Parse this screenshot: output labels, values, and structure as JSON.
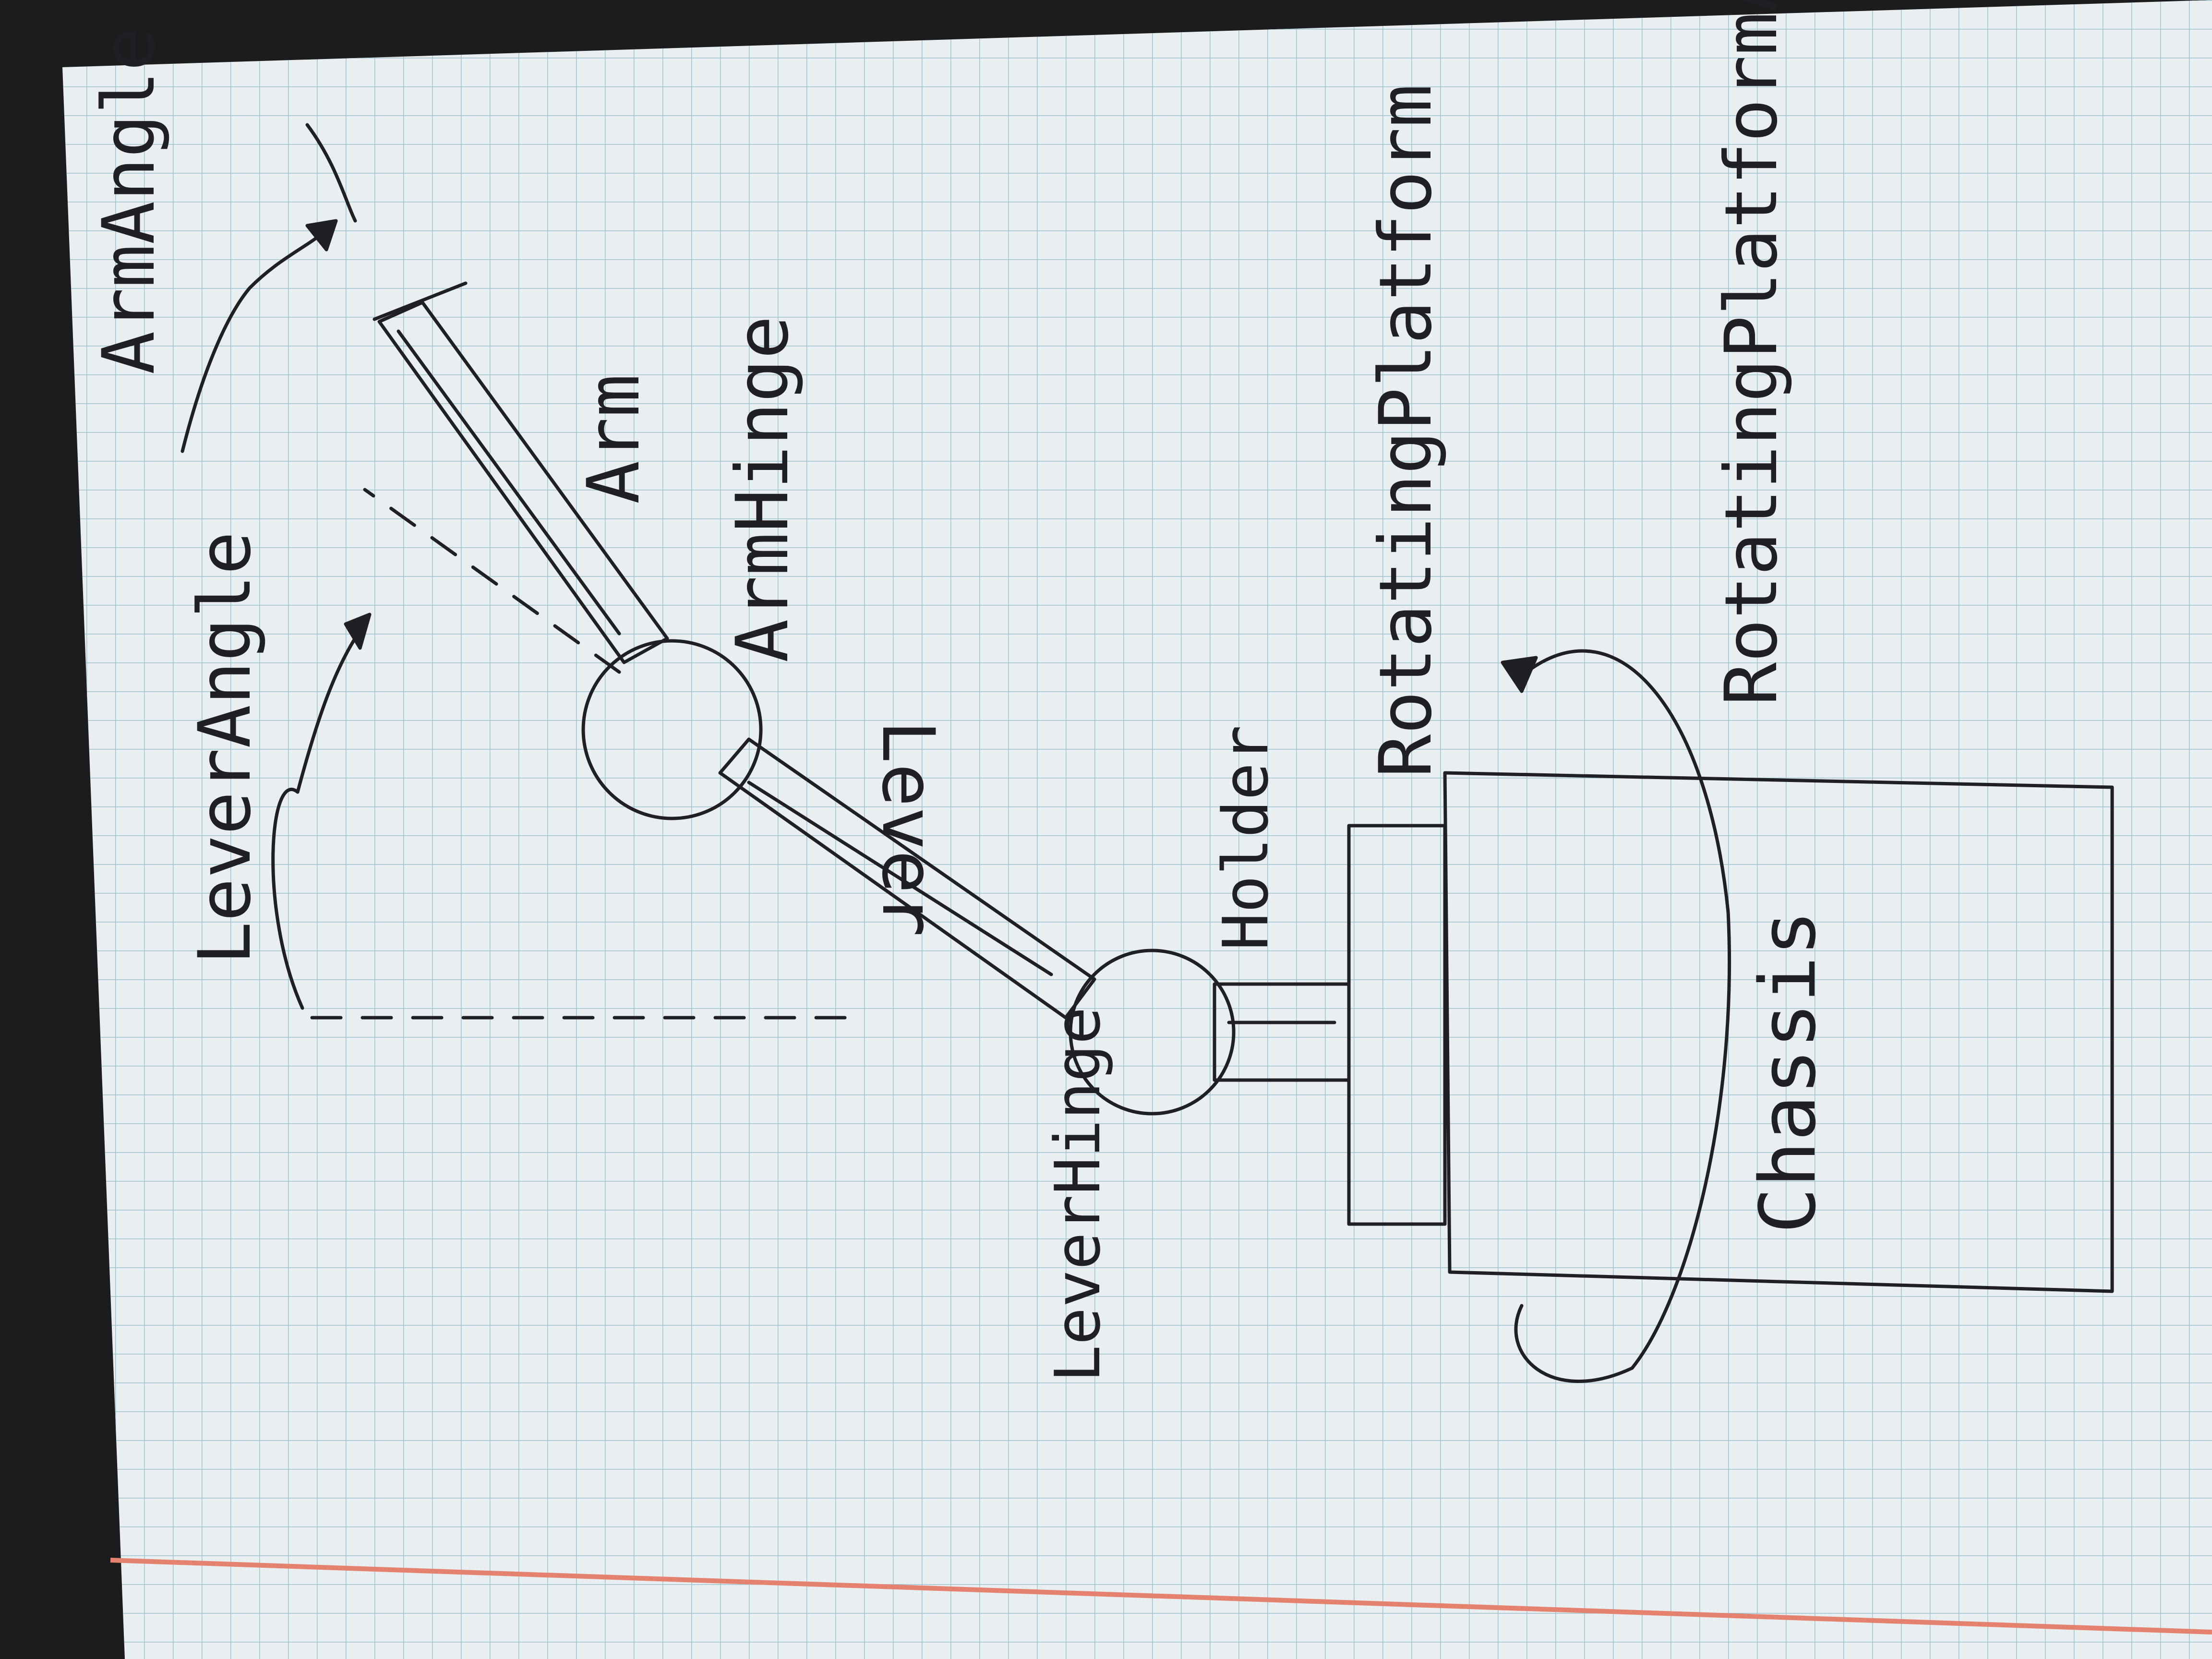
{
  "diagram": {
    "labels": {
      "arm_angle": "ArmAngle",
      "lever_angle": "LeverAngle",
      "arm": "Arm",
      "arm_hinge": "ArmHinge",
      "lever": "Lever",
      "lever_hinge": "LeverHinge",
      "holder": "Holder",
      "rotating_platform": "RotatingPlatform",
      "rotating_platform_angle": "RotatingPlatformAngle",
      "chassis": "Chassis"
    }
  },
  "colors": {
    "paper": "#e9eef0",
    "grid": "#9fc3cf",
    "ink": "#1f1f24",
    "margin_line": "#e4826f",
    "background": "#1c1c1e"
  }
}
